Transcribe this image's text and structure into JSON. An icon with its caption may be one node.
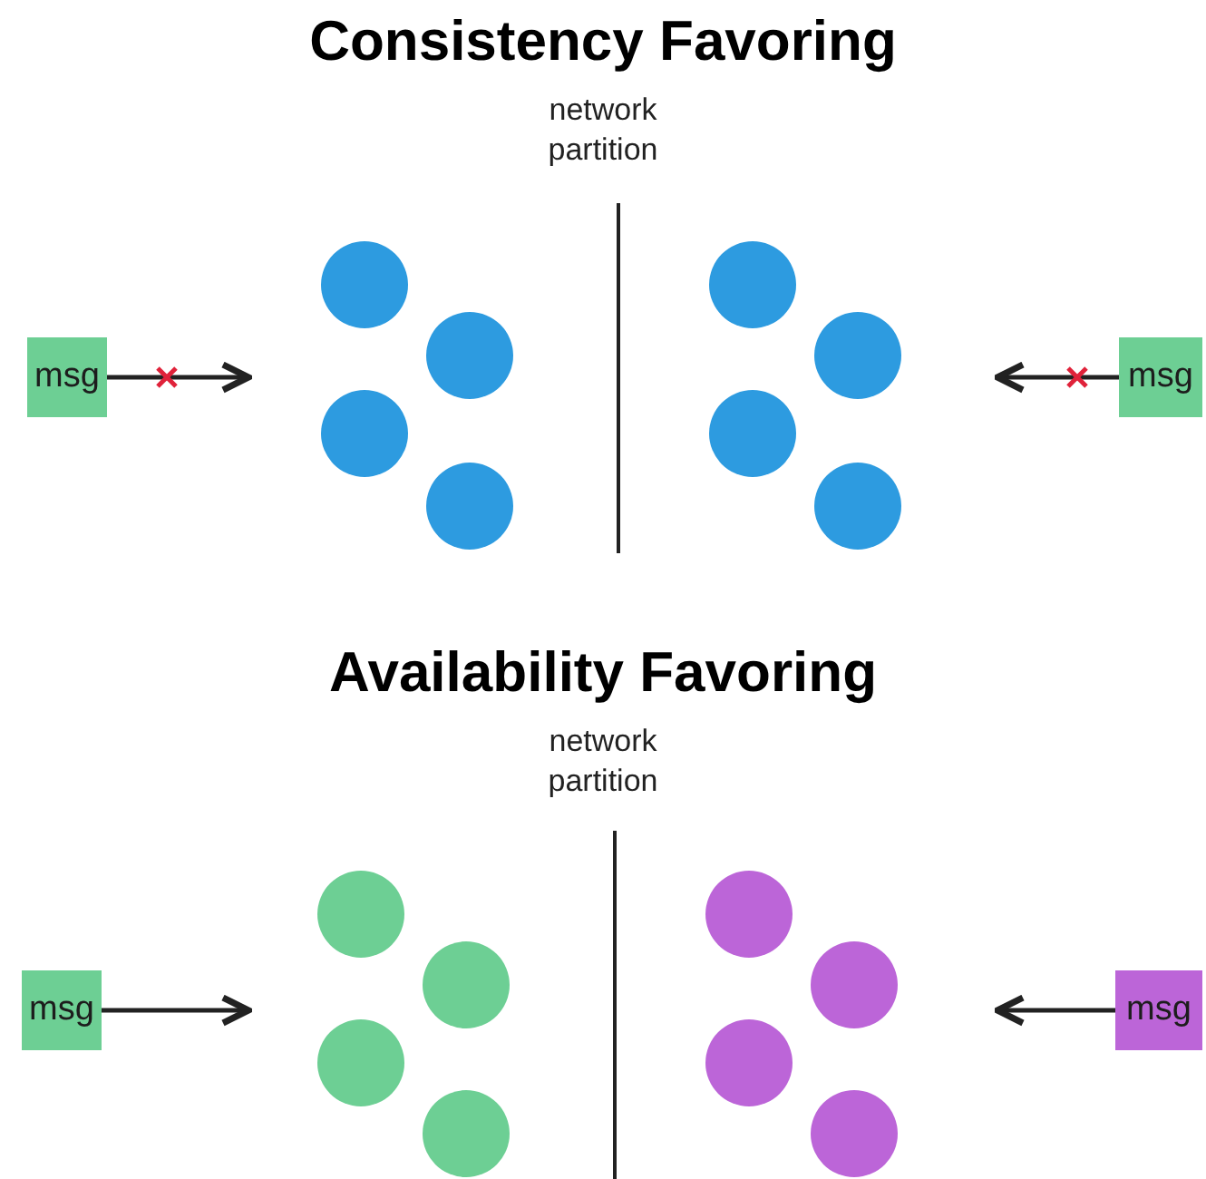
{
  "diagram": {
    "nodes": [
      {
        "text": [
          "msg"
        ]
      },
      {
        "text": [],
        "shape": "circle"
      },
      {
        "text": [],
        "shape": "circle"
      },
      {
        "text": [],
        "shape": "circle"
      },
      {
        "text": [],
        "shape": "circle"
      },
      {
        "text": [],
        "shape": "circle"
      },
      {
        "text": [],
        "shape": "circle"
      },
      {
        "text": [],
        "shape": "circle"
      },
      {
        "text": [],
        "shape": "circle"
      },
      {
        "text": [
          "msg"
        ]
      },
      {
        "text": [
          "msg"
        ]
      },
      {
        "text": [],
        "shape": "circle"
      },
      {
        "text": [],
        "shape": "circle"
      },
      {
        "text": [],
        "shape": "circle"
      },
      {
        "text": [],
        "shape": "circle"
      },
      {
        "text": [],
        "shape": "circle"
      },
      {
        "text": [],
        "shape": "circle"
      },
      {
        "text": [],
        "shape": "circle"
      },
      {
        "text": [],
        "shape": "circle"
      },
      {
        "text": [
          "msg"
        ]
      }
    ],
    "edges": [
      {
        "from": 0,
        "to": null,
        "arrow": "to"
      },
      {
        "from": 9,
        "to": null,
        "arrow": "to"
      },
      {
        "from": 10,
        "to": null,
        "arrow": "to"
      },
      {
        "from": 19,
        "to": null,
        "arrow": "to"
      }
    ],
    "labels": [
      "Consistency Favoring",
      "network partition",
      "Availability Favoring",
      "network partition"
    ]
  }
}
